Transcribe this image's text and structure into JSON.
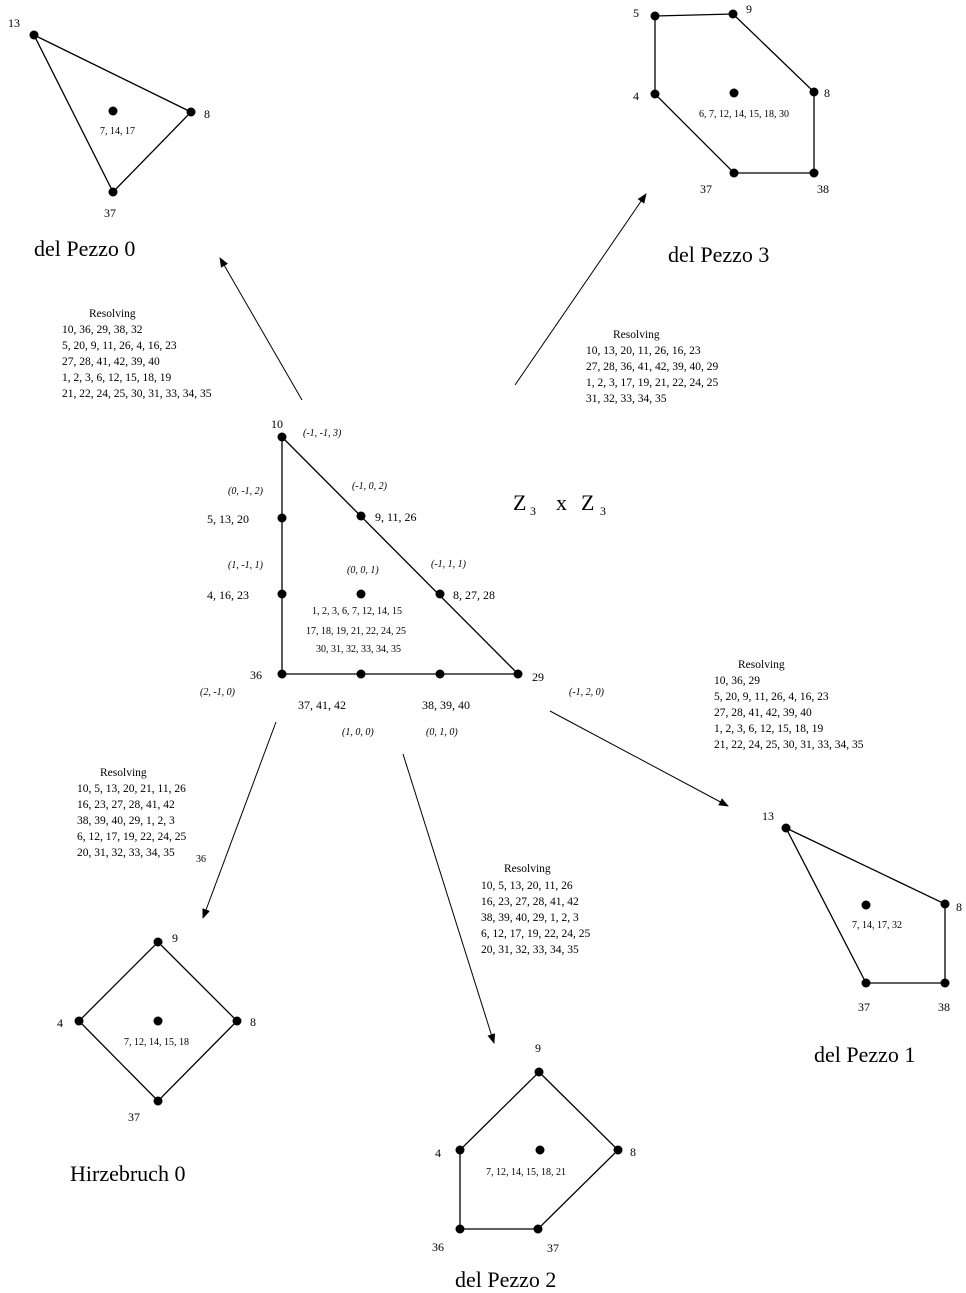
{
  "orbifold": {
    "title_main": "Z",
    "title_sub1": "3",
    "title_x": "x",
    "title_z2": "Z",
    "title_sub2": "3",
    "vertex_labels": {
      "top": "10",
      "mid_left_upper": "5, 13, 20",
      "mid_left_lower": "4, 16, 23",
      "bottom_left": "36",
      "bottom_mid_left": "37, 41, 42",
      "bottom_mid_right": "38, 39, 40",
      "bottom_right": "29",
      "hyp_upper": "9, 11, 26",
      "hyp_lower": "8, 27, 28"
    },
    "interior_lines": [
      "1, 2, 3, 6, 7, 12, 14, 15",
      "17, 18, 19, 21, 22, 24, 25",
      "30, 31, 32, 33, 34, 35"
    ],
    "coords": {
      "top": "(-1, -1, 3)",
      "hyp_upper": "(-1, 0, 2)",
      "hyp_lower": "(-1, 1, 1)",
      "left_upper": "(0, -1, 2)",
      "left_lower": "(1, -1, 1)",
      "center": "(0, 0, 1)",
      "bottom_left": "(2, -1, 0)",
      "bottom_right": "(-1, 2, 0)",
      "bottom_mid_left": "(1, 0, 0)",
      "bottom_mid_right": "(0, 1, 0)"
    }
  },
  "resolving_blocks": [
    {
      "id": "dp0",
      "title": "Resolving",
      "lines": [
        "10, 36, 29, 38, 32",
        "5, 20, 9, 11, 26, 4, 16, 23",
        "27, 28, 41, 42, 39, 40",
        "1, 2, 3, 6, 12, 15, 18, 19",
        "21, 22, 24, 25, 30, 31, 33, 34, 35"
      ]
    },
    {
      "id": "dp3",
      "title": "Resolving",
      "lines": [
        "10, 13, 20, 11, 26, 16, 23",
        "27, 28, 36, 41, 42, 39, 40, 29",
        "1, 2, 3, 17, 19, 21, 22, 24, 25",
        "31, 32, 33, 34, 35"
      ]
    },
    {
      "id": "dp1",
      "title": "Resolving",
      "lines": [
        "10, 36, 29",
        "5, 20, 9, 11, 26, 4, 16, 23",
        "27, 28, 41, 42, 39, 40",
        "1, 2, 3, 6, 12, 15, 18, 19",
        "21, 22, 24, 25, 30, 31, 33, 34, 35"
      ]
    },
    {
      "id": "hirz",
      "title": "Resolving",
      "lines": [
        "10, 5, 13, 20, 21, 11, 26",
        "16, 23, 27, 28, 41, 42",
        "38, 39, 40, 29, 1, 2, 3",
        "6, 12, 17, 19, 22, 24, 25",
        "20, 31, 32, 33, 34, 35"
      ],
      "tail": "36"
    },
    {
      "id": "dp2",
      "title": "Resolving",
      "lines": [
        "10, 5, 13, 20, 11, 26",
        "16, 23, 27, 28, 41, 42",
        "38, 39, 40, 29, 1, 2, 3",
        "6, 12, 17, 19, 22, 24, 25",
        "20, 31, 32, 33, 34, 35"
      ]
    }
  ],
  "polygons": {
    "dp0": {
      "name": "del Pezzo 0",
      "vertex_labels": [
        "13",
        "8",
        "37"
      ],
      "interior": "7, 14, 17"
    },
    "dp3": {
      "name": "del Pezzo 3",
      "vertex_labels": [
        "5",
        "9",
        "8",
        "38",
        "37",
        "4"
      ],
      "interior": "6, 7, 12, 14, 15, 18, 30"
    },
    "dp1": {
      "name": "del Pezzo 1",
      "vertex_labels": [
        "13",
        "8",
        "38",
        "37"
      ],
      "interior": "7, 14, 17, 32"
    },
    "hirz": {
      "name": "Hirzebruch 0",
      "vertex_labels": [
        "9",
        "8",
        "37",
        "4"
      ],
      "interior": "7, 12, 14, 15, 18"
    },
    "dp2": {
      "name": "del Pezzo 2",
      "vertex_labels": [
        "9",
        "8",
        "37",
        "36",
        "4"
      ],
      "interior": "7, 12, 14, 15, 18, 21"
    }
  }
}
